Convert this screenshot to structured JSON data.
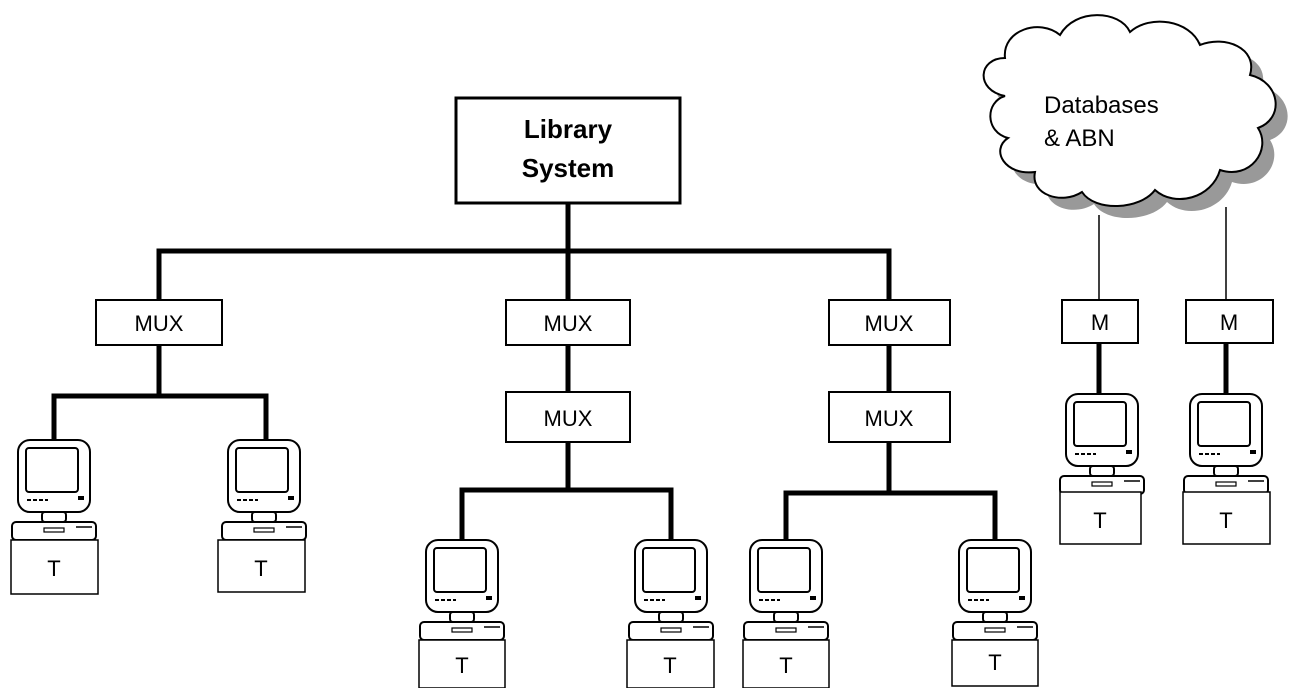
{
  "system": {
    "line1": "Library",
    "line2": "System"
  },
  "cloud": {
    "line1": "Databases",
    "line2": "& ABN"
  },
  "mux": {
    "label": "MUX"
  },
  "modem": {
    "label": "M"
  },
  "terminal": {
    "label": "T"
  },
  "colors": {
    "line": "#000000",
    "cloud_shadow": "#999999",
    "background": "#ffffff"
  },
  "icons": {
    "terminal": "computer-terminal-icon",
    "cloud": "cloud-icon"
  }
}
